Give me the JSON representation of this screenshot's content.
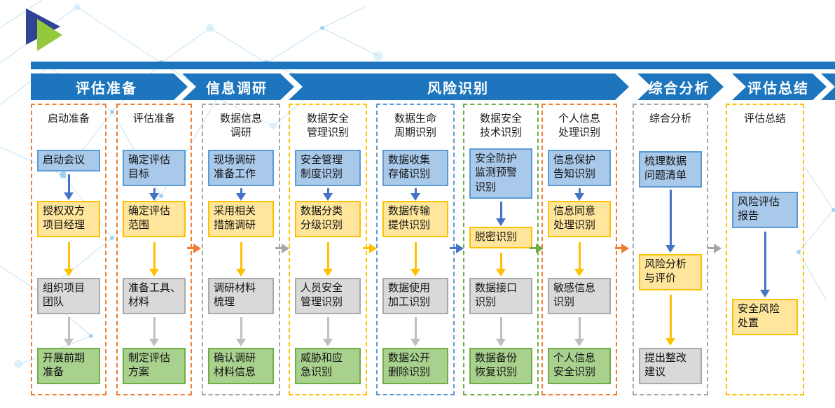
{
  "header": {
    "phases": [
      "评估准备",
      "信息调研",
      "风险识别",
      "综合分析",
      "评估总结"
    ]
  },
  "columns": [
    {
      "title": "启动准备",
      "boxes": [
        "启动会议",
        "授权双方\n项目经理",
        "组织项目\n团队",
        "开展前期\n准备"
      ]
    },
    {
      "title": "评估准备",
      "boxes": [
        "确定评估\n目标",
        "确定评估\n范围",
        "准备工具、\n材料",
        "制定评估\n方案"
      ]
    },
    {
      "title": "数据信息\n调研",
      "boxes": [
        "现场调研\n准备工作",
        "采用相关\n措施调研",
        "调研材料\n梳理",
        "确认调研\n材料信息"
      ]
    },
    {
      "title": "数据安全\n管理识别",
      "boxes": [
        "安全管理\n制度识别",
        "数据分类\n分级识别",
        "人员安全\n管理识别",
        "威胁和应\n急识别"
      ]
    },
    {
      "title": "数据生命\n周期识别",
      "boxes": [
        "数据收集\n存储识别",
        "数据传输\n提供识别",
        "数据使用\n加工识别",
        "数据公开\n删除识别"
      ]
    },
    {
      "title": "数据安全\n技术识别",
      "boxes": [
        "安全防护\n监测预警\n识别",
        "脱密识别",
        "数据接口\n识别",
        "数据备份\n恢复识别"
      ]
    },
    {
      "title": "个人信息\n处理识别",
      "boxes": [
        "信息保护\n告知识别",
        "信息同意\n处理识别",
        "敏感信息\n识别",
        "个人信息\n安全识别"
      ]
    },
    {
      "title": "综合分析",
      "boxes": [
        "梳理数据\n问题清单",
        "风险分析\n与评价",
        "提出整改\n建议"
      ]
    },
    {
      "title": "评估总结",
      "boxes": [
        "风险评估\n报告",
        "安全风险\n处置"
      ]
    }
  ],
  "colors": {
    "band_blue": "#1C75BD",
    "box_blue_fill": "#A9C9EA",
    "box_blue_border": "#5B9BD5",
    "box_gold_fill": "#FFE69C",
    "box_gold_border": "#FFC000",
    "box_gray_fill": "#D9D9D9",
    "box_gray_border": "#A9A9A9",
    "box_green_fill": "#A9D18E",
    "box_green_border": "#70AD47",
    "dash_orange": "#ED7D31",
    "dash_gray": "#A6A6A6",
    "dash_gold": "#FFC000",
    "dash_blue": "#5B9BD5",
    "dash_green": "#70AD47",
    "arrow_blue": "#4472C4",
    "arrow_gold": "#FFC000",
    "arrow_gray": "#BFBFBF",
    "logo_navy": "#2F4494",
    "logo_green": "#94C83D"
  }
}
